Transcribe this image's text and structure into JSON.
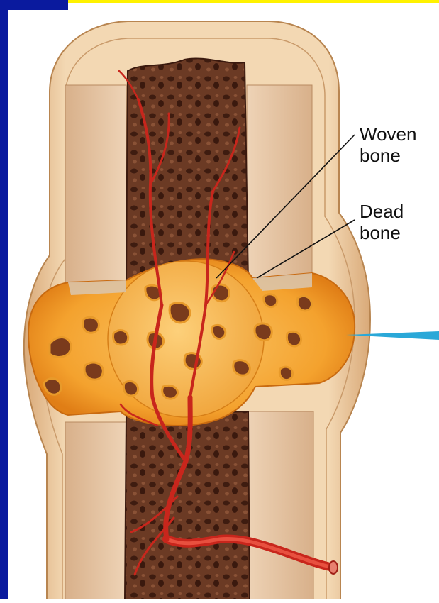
{
  "labels": {
    "woven_line1": "Woven",
    "woven_line2": "bone",
    "dead_line1": "Dead",
    "dead_line2": "bone"
  },
  "colors": {
    "slide_blue": "#0a1a9e",
    "slide_yellow": "#fff200",
    "bone_outer": "#f0cfa0",
    "cortex": "#e8c9a8",
    "marrow": "#5a2c1a",
    "callus": "#f6a531",
    "vessel": "#c8261c",
    "pointer": "#2aa8d8"
  }
}
